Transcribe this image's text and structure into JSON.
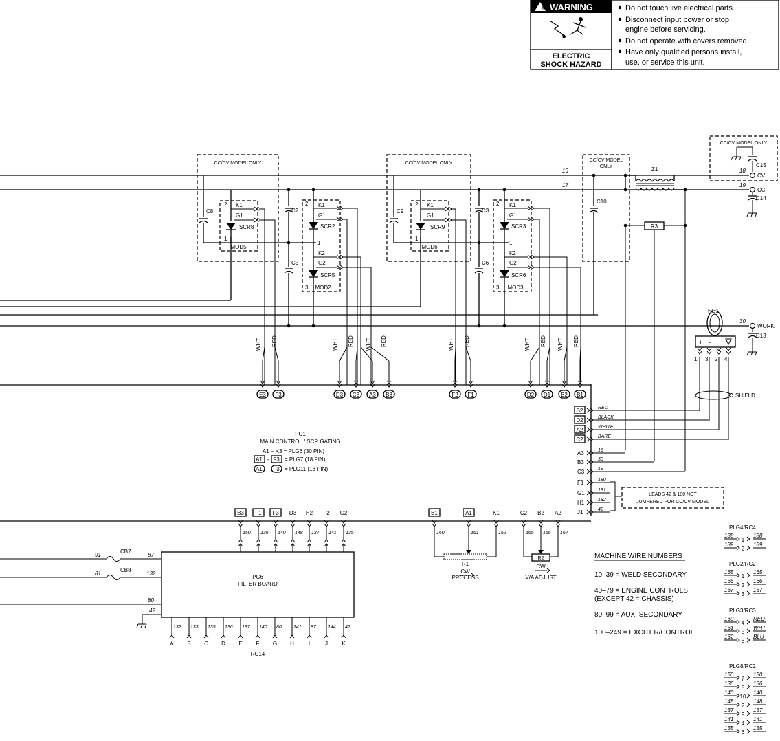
{
  "warning": {
    "title": "WARNING",
    "hazard_line1": "ELECTRIC",
    "hazard_line2": "SHOCK HAZARD",
    "bullets": [
      "Do not touch live electrical parts.",
      "Disconnect input power or stop",
      "engine before servicing.",
      "Do not operate with covers removed.",
      "Have only qualified persons install,",
      "use, or service this unit."
    ]
  },
  "modules": {
    "ccv_only": "CC/CV MODEL ONLY",
    "ccv_only_a": "CC/CV MODEL",
    "ccv_only_b": "ONLY",
    "mod5": "MOD5",
    "mod2": "MOD2",
    "mod6": "MOD6",
    "mod3": "MOD3",
    "scr8": "SCR8",
    "scr2": "SCR2",
    "scr5": "SCR5",
    "scr9": "SCR9",
    "scr3": "SCR3",
    "scr6": "SCR6",
    "k1": "K1",
    "g1": "G1",
    "k2": "K2",
    "g2": "G2",
    "c8": "C8",
    "c2": "C2",
    "c5": "C5",
    "c9": "C9",
    "c3": "C3",
    "c6": "C6",
    "c10": "C10",
    "c15": "C15",
    "c14": "C14",
    "c13": "C13",
    "n1": "1",
    "n2": "2",
    "n3": "3",
    "z1": "Z1",
    "r3": "R3",
    "hd1": "HD1",
    "w16": "16",
    "w17": "17",
    "w18": "18",
    "w19": "19",
    "w30": "30",
    "cv": "CV",
    "cc": "CC",
    "work": "WORK",
    "shield": "SHIELD",
    "plus": "+",
    "minus": "-",
    "p1": "1",
    "p3": "3",
    "p2": "2",
    "p4": "4"
  },
  "leads": {
    "wht": "WHT",
    "red": "RED",
    "conn": [
      "E3",
      "F3",
      "D3",
      "C3",
      "A3",
      "B3",
      "F2",
      "F1",
      "D2",
      "D1",
      "B2",
      "B1"
    ]
  },
  "pc1": {
    "title": "PC1",
    "subtitle": "MAIN CONTROL / SCR GATING",
    "l1": "A1 – K3 = PLG6 (30 PIN)",
    "l2a": "A1",
    "l2b": "F3",
    "l2c": "= PLG7 (18 PIN)",
    "l3a": "A1",
    "l3b": "F3",
    "l3c": "= PLG11 (18 PIN)",
    "right": [
      {
        "id": "B2",
        "wire": "RED"
      },
      {
        "id": "D2",
        "wire": "BLACK"
      },
      {
        "id": "A2",
        "wire": "WHITE"
      },
      {
        "id": "C2",
        "wire": "BARE"
      }
    ],
    "right2": [
      {
        "id": "A3",
        "wire": "16"
      },
      {
        "id": "B3",
        "wire": "30"
      },
      {
        "id": "C3",
        "wire": "19"
      },
      {
        "id": "F1",
        "wire": "180"
      },
      {
        "id": "G1",
        "wire": "181"
      },
      {
        "id": "H1",
        "wire": "182"
      },
      {
        "id": "J1",
        "wire": "42"
      }
    ],
    "note1": "LEADS 42 & 180 NOT",
    "note2": "JUMPERED FOR CC/CV MODEL"
  },
  "pc6": {
    "title": "PC6",
    "subtitle": "FILTER BOARD",
    "top": [
      {
        "id": "B3",
        "boxed": true,
        "wire": "150"
      },
      {
        "id": "F1",
        "boxed": true,
        "wire": "136"
      },
      {
        "id": "F3",
        "boxed": true,
        "wire": "140"
      },
      {
        "id": "D3",
        "boxed": false,
        "wire": "148"
      },
      {
        "id": "H2",
        "boxed": false,
        "wire": "137"
      },
      {
        "id": "F2",
        "boxed": false,
        "wire": "141"
      },
      {
        "id": "G2",
        "boxed": false,
        "wire": "135"
      }
    ],
    "bottom": [
      {
        "pin": "A",
        "wire": "132"
      },
      {
        "pin": "B",
        "wire": "133"
      },
      {
        "pin": "C",
        "wire": "135"
      },
      {
        "pin": "D",
        "wire": "136"
      },
      {
        "pin": "E",
        "wire": "137"
      },
      {
        "pin": "F",
        "wire": "140"
      },
      {
        "pin": "G",
        "wire": "80"
      },
      {
        "pin": "H",
        "wire": "141"
      },
      {
        "pin": "I",
        "wire": "87"
      },
      {
        "pin": "J",
        "wire": "144"
      },
      {
        "pin": "K",
        "wire": "42"
      }
    ],
    "rc14": "RC14",
    "left": {
      "w91": "91",
      "cb7": "CB7",
      "w87": "87",
      "w81": "81",
      "cb8": "CB8",
      "w132": "132",
      "w80": "80",
      "w42": "42"
    }
  },
  "pots": {
    "leads": [
      {
        "id": "B1",
        "boxed": true,
        "wire": "160"
      },
      {
        "id": "A1",
        "boxed": true,
        "wire": "161"
      },
      {
        "id": "K1",
        "boxed": false,
        "wire": "162"
      },
      {
        "id": "C2",
        "boxed": false,
        "wire": "165"
      },
      {
        "id": "B2",
        "boxed": false,
        "wire": "166"
      },
      {
        "id": "A2",
        "boxed": false,
        "wire": "167"
      }
    ],
    "r1": "R1",
    "r2": "R2",
    "cw": "CW",
    "process": "PROCESS",
    "va": "V/A ADJUST"
  },
  "wire_numbers": {
    "title": "MACHINE WIRE NUMBERS",
    "l1": "10–39 = WELD SECONDARY",
    "l2": "40–79 = ENGINE CONTROLS",
    "l2b": "(EXCEPT 42 = CHASSIS)",
    "l3": "80–99 = AUX. SECONDARY",
    "l4": "100–249 = EXCITER/CONTROL"
  },
  "plugs": [
    {
      "name": "PLG4/RC4",
      "rows": [
        [
          "188",
          "1",
          "188"
        ],
        [
          "189",
          "2",
          "189"
        ]
      ]
    },
    {
      "name": "PLG2/RC2",
      "rows": [
        [
          "165",
          "1",
          "165"
        ],
        [
          "166",
          "2",
          "166"
        ],
        [
          "167",
          "3",
          "167"
        ]
      ]
    },
    {
      "name": "PLG3/RC3",
      "rows": [
        [
          "160",
          "4",
          "RED"
        ],
        [
          "161",
          "5",
          "WHT"
        ],
        [
          "162",
          "6",
          "BLU"
        ]
      ]
    },
    {
      "name": "PLG8/RC2",
      "rows": [
        [
          "150",
          "7",
          "150"
        ],
        [
          "136",
          "8",
          "136"
        ],
        [
          "140",
          "10",
          "140"
        ],
        [
          "148",
          "2",
          "148"
        ],
        [
          "137",
          "9",
          "137"
        ],
        [
          "141",
          "4",
          "141"
        ],
        [
          "135",
          "6",
          "135"
        ]
      ]
    }
  ]
}
